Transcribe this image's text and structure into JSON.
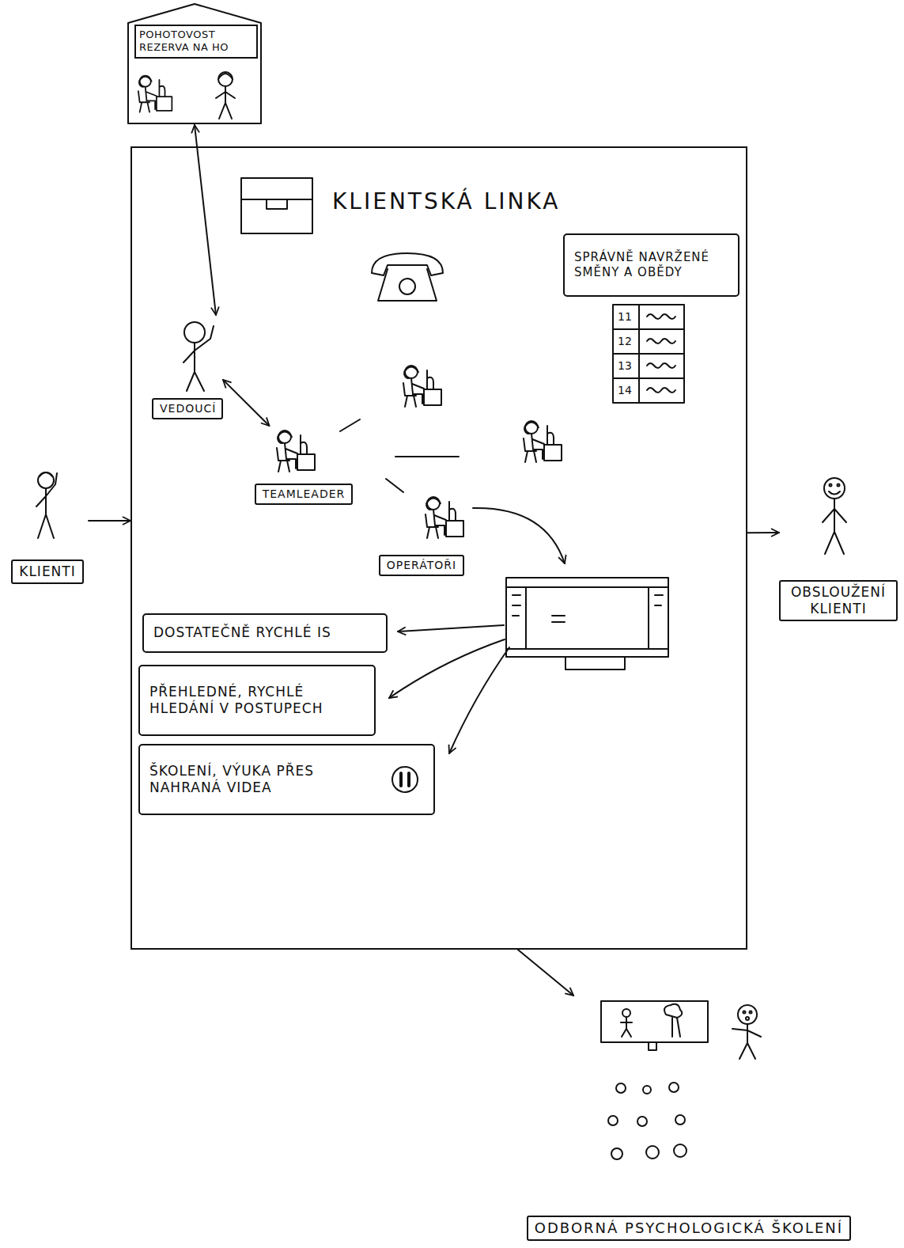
{
  "diagram": {
    "nodes": [
      {
        "text": [
          "POHOTOVOST REZERVA NA HO"
        ]
      },
      {
        "text": [
          "KLIENTSKÁ LINKA"
        ]
      },
      {
        "text": [
          "SPRÁVNĚ NAVRŽENÉ SMĚNY A OBĚDY"
        ],
        "in": 1
      },
      {
        "text": [
          "VEDOUCÍ"
        ],
        "in": 1
      },
      {
        "text": [
          "TEAMLEADER"
        ],
        "in": 1
      },
      {
        "text": [
          "OPERÁTOŘI"
        ],
        "in": 1
      },
      {
        "text": [
          "DOSTATEČNĚ RYCHLÉ IS"
        ],
        "in": 1
      },
      {
        "text": [
          "PŘEHLEDNÉ, RYCHLÉ HLEDÁNÍ V POSTUPECH"
        ],
        "in": 1
      },
      {
        "text": [
          "ŠKOLENÍ, VÝUKA PŘES NAHRANÁ VIDEA"
        ],
        "in": 1
      },
      {
        "text": [
          "KLIENTI"
        ]
      },
      {
        "text": [
          "OBSLOUŽENÍ KLIENTI"
        ]
      },
      {
        "text": [
          "ODBORNÁ PSYCHOLOGICKÁ ŠKOLENÍ"
        ]
      }
    ],
    "edges": [
      {
        "from": 3,
        "to": 0,
        "arrow": "both"
      },
      {
        "from": 3,
        "to": 4,
        "arrow": "both"
      },
      {
        "from": 9,
        "to": 1,
        "arrow": "to"
      },
      {
        "from": 1,
        "to": 10,
        "arrow": "to"
      },
      {
        "from": 1,
        "to": 11,
        "arrow": "to"
      }
    ],
    "labels": [
      "11",
      "12",
      "13",
      "14"
    ]
  }
}
